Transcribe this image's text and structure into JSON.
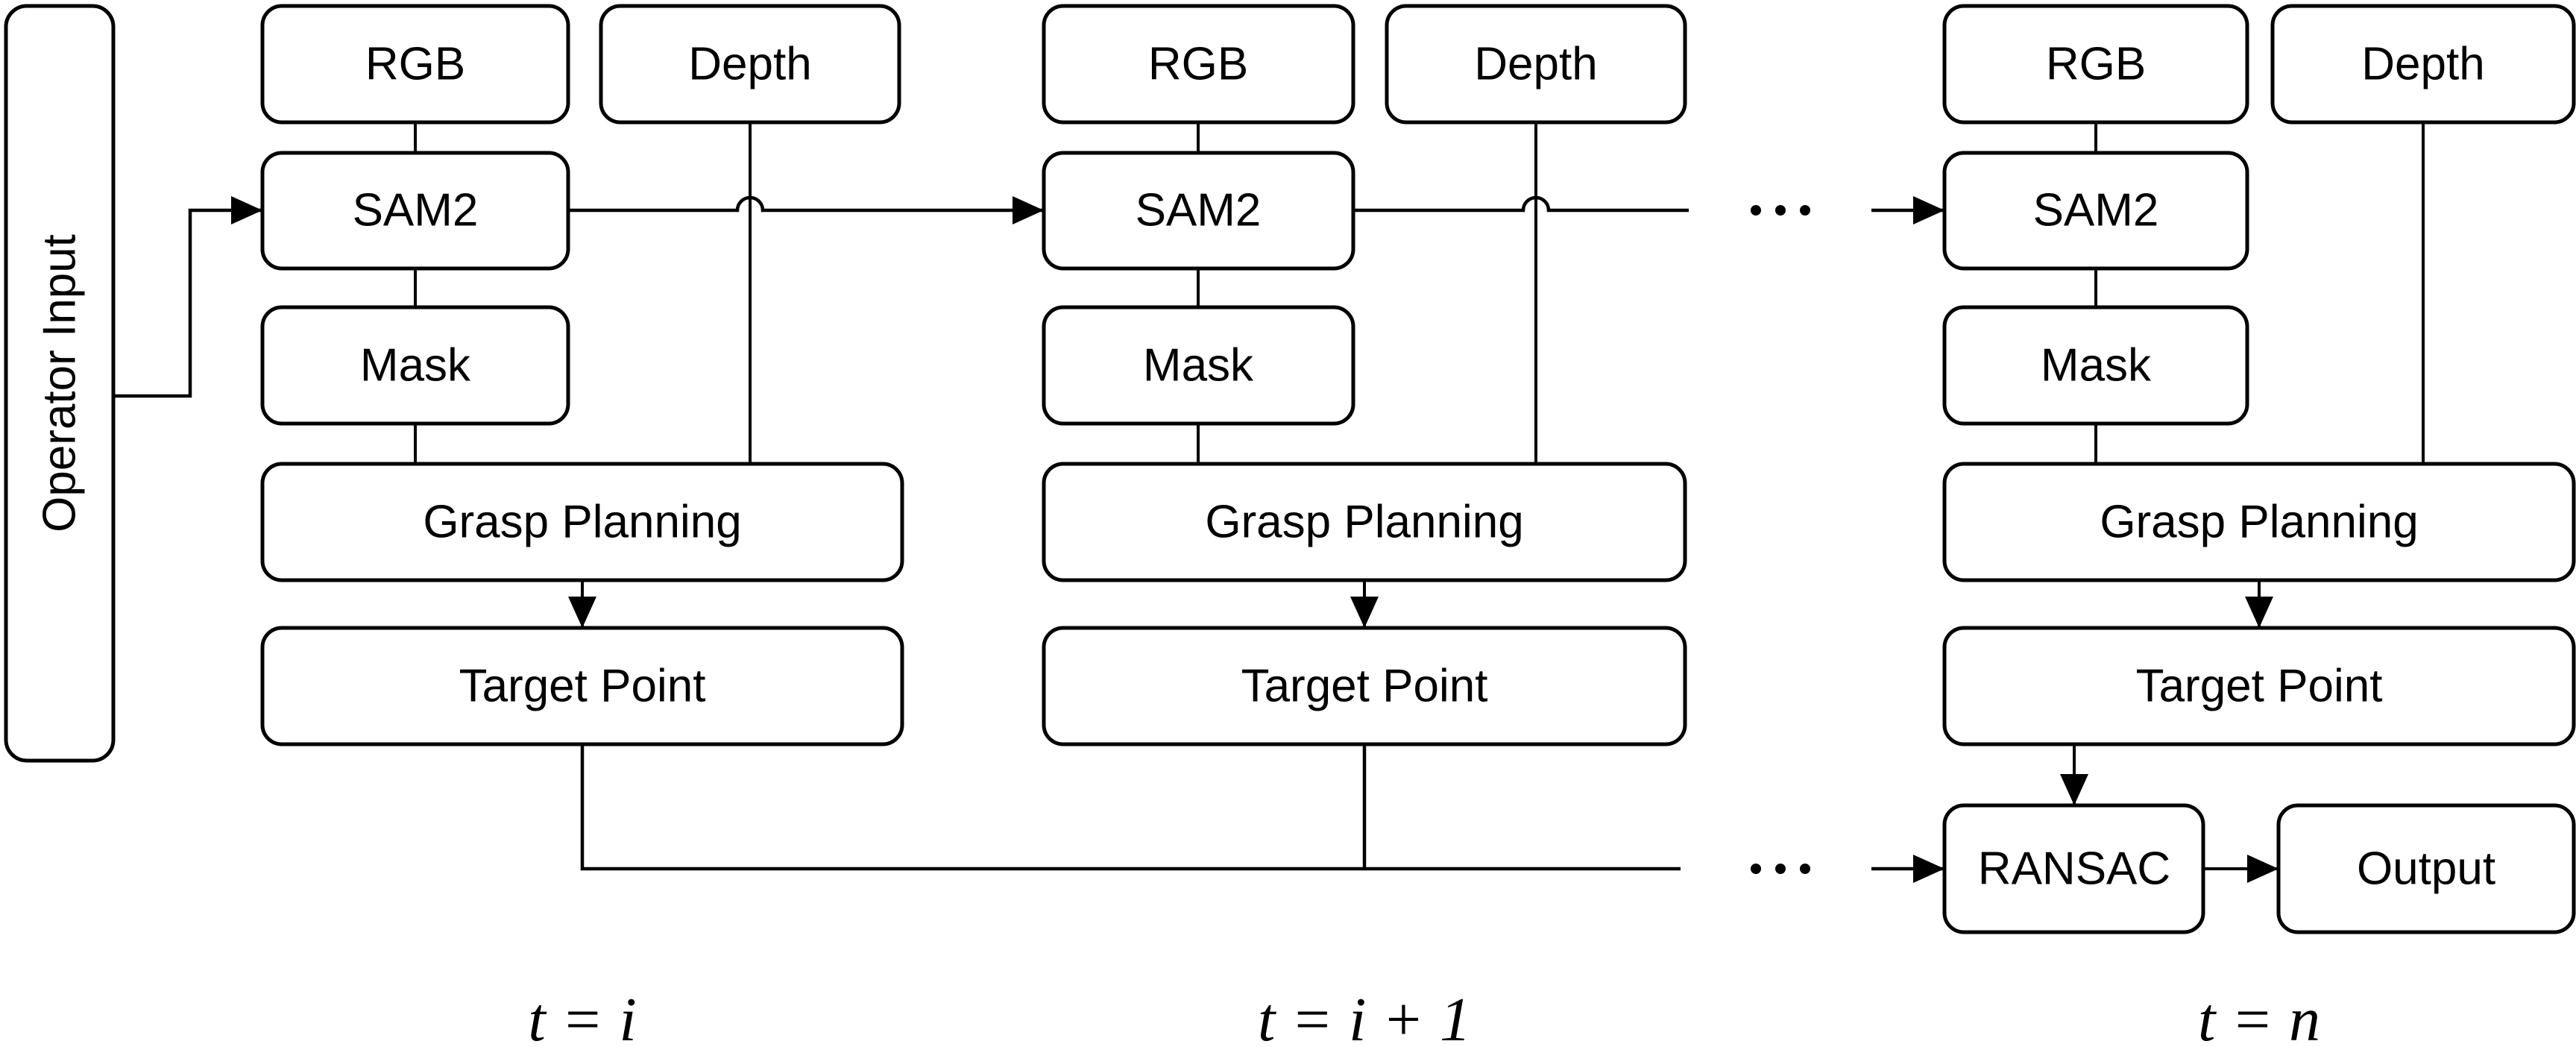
{
  "colors": {
    "background": "#ffffff",
    "stroke": "#000000",
    "box_fill": "#ffffff",
    "text": "#000000"
  },
  "operator_input": {
    "label": "Operator Input"
  },
  "columns": [
    {
      "time_label": "t = i",
      "rgb_label": "RGB",
      "depth_label": "Depth",
      "sam2_label": "SAM2",
      "mask_label": "Mask",
      "grasp_label": "Grasp Planning",
      "target_label": "Target Point"
    },
    {
      "time_label": "t = i + 1",
      "rgb_label": "RGB",
      "depth_label": "Depth",
      "sam2_label": "SAM2",
      "mask_label": "Mask",
      "grasp_label": "Grasp Planning",
      "target_label": "Target Point"
    },
    {
      "time_label": "t = n",
      "rgb_label": "RGB",
      "depth_label": "Depth",
      "sam2_label": "SAM2",
      "mask_label": "Mask",
      "grasp_label": "Grasp Planning",
      "target_label": "Target Point"
    }
  ],
  "fusion": {
    "ransac_label": "RANSAC",
    "output_label": "Output"
  },
  "ellipsis": {
    "sam2_row": "⋯",
    "target_row": "⋯"
  }
}
